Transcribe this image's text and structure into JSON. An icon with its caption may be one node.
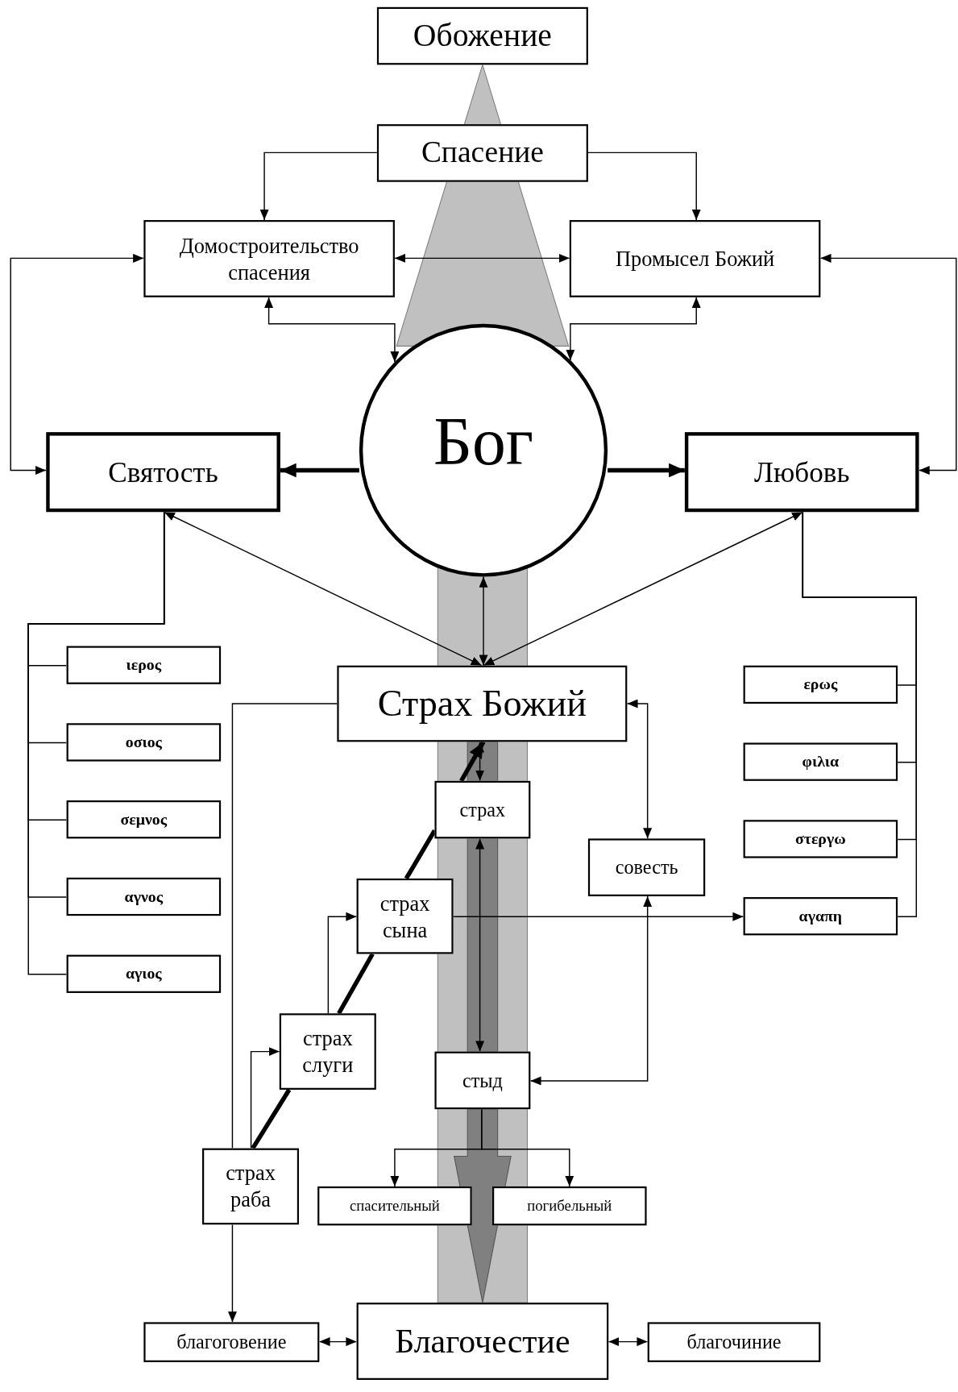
{
  "diagram": {
    "nodes": [
      {
        "text": [
          "Обожение"
        ]
      },
      {
        "text": [
          "Спасение"
        ]
      },
      {
        "text": [
          "Домостроительство спасения"
        ]
      },
      {
        "text": [
          "Промысел Божий"
        ]
      },
      {
        "text": [
          "Бог"
        ]
      },
      {
        "text": [
          "Святость"
        ]
      },
      {
        "text": [
          "Любовь"
        ]
      },
      {
        "text": [
          "ιερος"
        ]
      },
      {
        "text": [
          "οσιος"
        ]
      },
      {
        "text": [
          "σεμνος"
        ]
      },
      {
        "text": [
          "αγνος"
        ]
      },
      {
        "text": [
          "αγιος"
        ]
      },
      {
        "text": [
          "Страх Божий"
        ]
      },
      {
        "text": [
          "ερως"
        ]
      },
      {
        "text": [
          "φιλια"
        ]
      },
      {
        "text": [
          "στεργω"
        ]
      },
      {
        "text": [
          "αγαπη"
        ]
      },
      {
        "text": [
          "страх"
        ]
      },
      {
        "text": [
          "совесть"
        ]
      },
      {
        "text": [
          "страх сына"
        ]
      },
      {
        "text": [
          "страх слуги"
        ]
      },
      {
        "text": [
          "стыд"
        ]
      },
      {
        "text": [
          "страх раба"
        ]
      },
      {
        "text": [
          "спасительный"
        ]
      },
      {
        "text": [
          "погибельный"
        ]
      },
      {
        "text": [
          "благоговение"
        ]
      },
      {
        "text": [
          "Благочестие"
        ]
      },
      {
        "text": [
          "благочиние"
        ]
      }
    ],
    "edges": [
      {
        "from": 1,
        "to": 2,
        "arrow": "to"
      },
      {
        "from": 1,
        "to": 3,
        "arrow": "to"
      },
      {
        "from": 2,
        "to": 3,
        "arrow": "both"
      },
      {
        "from": 5,
        "to": 2,
        "arrow": "both"
      },
      {
        "from": 6,
        "to": 3,
        "arrow": "both"
      },
      {
        "from": 2,
        "to": 4,
        "arrow": "both"
      },
      {
        "from": 3,
        "to": 4,
        "arrow": "both"
      },
      {
        "from": 4,
        "to": 5,
        "arrow": "to",
        "style": "thick"
      },
      {
        "from": 4,
        "to": 6,
        "arrow": "to",
        "style": "thick"
      },
      {
        "from": 5,
        "to": 12,
        "arrow": "both"
      },
      {
        "from": 6,
        "to": 12,
        "arrow": "both"
      },
      {
        "from": 4,
        "to": 12,
        "arrow": "both"
      },
      {
        "from": 5,
        "to": 7,
        "arrow": "none"
      },
      {
        "from": 5,
        "to": 8,
        "arrow": "none"
      },
      {
        "from": 5,
        "to": 9,
        "arrow": "none"
      },
      {
        "from": 5,
        "to": 10,
        "arrow": "none"
      },
      {
        "from": 5,
        "to": 11,
        "arrow": "none"
      },
      {
        "from": 6,
        "to": 13,
        "arrow": "none"
      },
      {
        "from": 6,
        "to": 14,
        "arrow": "none"
      },
      {
        "from": 6,
        "to": 15,
        "arrow": "none"
      },
      {
        "from": 6,
        "to": 16,
        "arrow": "none"
      },
      {
        "from": 12,
        "to": 17,
        "arrow": "both"
      },
      {
        "from": 12,
        "to": 18,
        "arrow": "both"
      },
      {
        "from": 18,
        "to": 21,
        "arrow": "both"
      },
      {
        "from": 17,
        "to": 21,
        "arrow": "both"
      },
      {
        "from": 21,
        "to": 23,
        "arrow": "to"
      },
      {
        "from": 21,
        "to": 24,
        "arrow": "to"
      },
      {
        "from": 19,
        "to": 16,
        "arrow": "to"
      },
      {
        "from": 22,
        "to": 20,
        "arrow": "to"
      },
      {
        "from": 20,
        "to": 19,
        "arrow": "to"
      },
      {
        "from": 22,
        "to": 12,
        "arrow": "none"
      },
      {
        "from": 22,
        "to": 20,
        "arrow": "none",
        "style": "thick"
      },
      {
        "from": 20,
        "to": 19,
        "arrow": "none",
        "style": "thick"
      },
      {
        "from": 19,
        "to": 17,
        "arrow": "none",
        "style": "thick"
      },
      {
        "from": 17,
        "to": 12,
        "arrow": "to",
        "style": "thick"
      },
      {
        "from": 22,
        "to": 25,
        "arrow": "to"
      },
      {
        "from": 25,
        "to": 26,
        "arrow": "both"
      },
      {
        "from": 26,
        "to": 27,
        "arrow": "both"
      },
      {
        "from": 21,
        "to": 26,
        "arrow": "to",
        "style": "thick",
        "color": "#808080"
      },
      {
        "from": 26,
        "to": 0,
        "arrow": "to",
        "style": "thick",
        "color": "#c0c0c0"
      }
    ]
  }
}
